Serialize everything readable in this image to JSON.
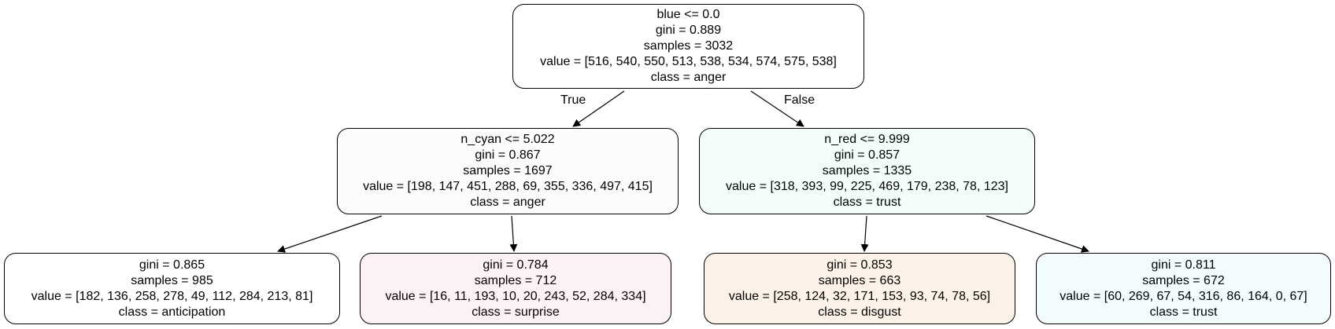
{
  "colors": {
    "root": "#ffffff",
    "n1": "#fcfbfe",
    "n2": "#f3fdfc",
    "l1": "#ffffff",
    "l2": "#fdf2f3",
    "l3": "#fdf2e8",
    "l4": "#f2fcfc"
  },
  "nodes": {
    "root": {
      "split": "blue <= 0.0",
      "gini": "gini = 0.889",
      "samples": "samples = 3032",
      "value": "value = [516, 540, 550, 513, 538, 534, 574, 575, 538]",
      "class": "class = anger"
    },
    "n1": {
      "split": "n_cyan <= 5.022",
      "gini": "gini = 0.867",
      "samples": "samples = 1697",
      "value": "value = [198, 147, 451, 288, 69, 355, 336, 497, 415]",
      "class": "class = anger"
    },
    "n2": {
      "split": "n_red <= 9.999",
      "gini": "gini = 0.857",
      "samples": "samples = 1335",
      "value": "value = [318, 393, 99, 225, 469, 179, 238, 78, 123]",
      "class": "class = trust"
    },
    "l1": {
      "gini": "gini = 0.865",
      "samples": "samples = 985",
      "value": "value = [182, 136, 258, 278, 49, 112, 284, 213, 81]",
      "class": "class = anticipation"
    },
    "l2": {
      "gini": "gini = 0.784",
      "samples": "samples = 712",
      "value": "value = [16, 11, 193, 10, 20, 243, 52, 284, 334]",
      "class": "class = surprise"
    },
    "l3": {
      "gini": "gini = 0.853",
      "samples": "samples = 663",
      "value": "value = [258, 124, 32, 171, 153, 93, 74, 78, 56]",
      "class": "class = disgust"
    },
    "l4": {
      "gini": "gini = 0.811",
      "samples": "samples = 672",
      "value": "value = [60, 269, 67, 54, 316, 86, 164, 0, 67]",
      "class": "class = trust"
    }
  },
  "edges": {
    "true_label": "True",
    "false_label": "False"
  }
}
